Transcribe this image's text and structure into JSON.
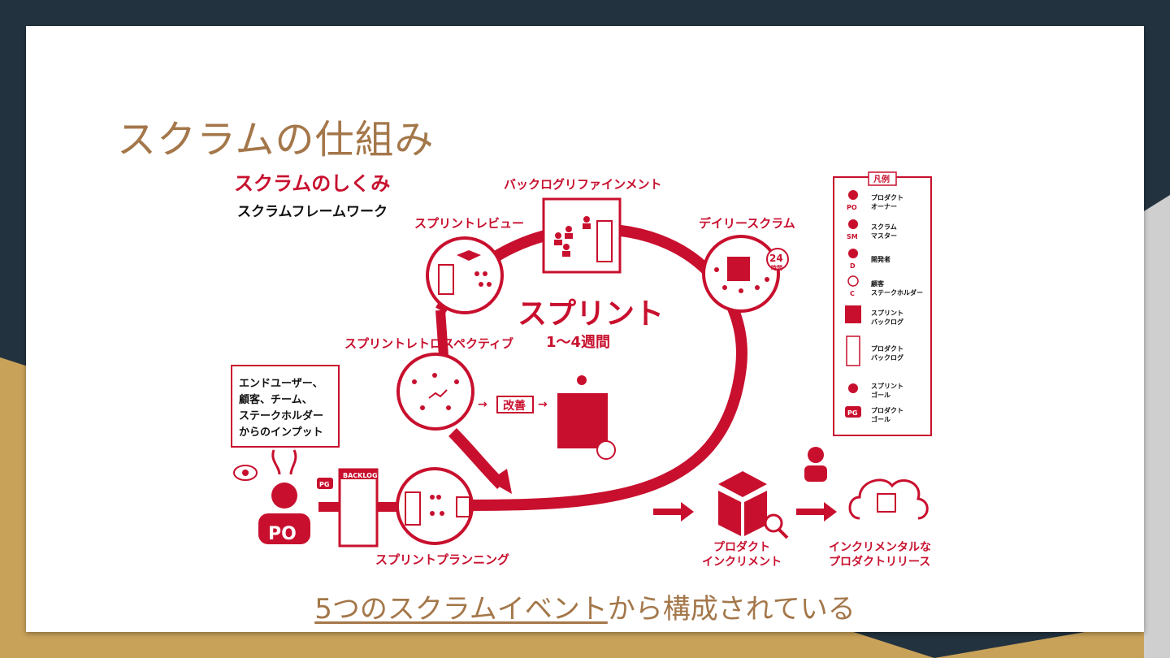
{
  "slide": {
    "title": "スクラムの仕組み",
    "footer_link": "5つのスクラムイベント",
    "footer_rest": "から構成されている"
  },
  "diagram": {
    "heading": "スクラムのしくみ",
    "subheading": "スクラムフレームワーク",
    "sprint": "スプリント",
    "sprint_duration": "1〜4週間",
    "events": {
      "refinement": "バックログリファインメント",
      "review": "スプリントレビュー",
      "daily": "デイリースクラム",
      "retro": "スプリントレトロスペクティブ",
      "planning": "スプリントプランニング"
    },
    "input_box": [
      "エンドユーザー、",
      "顧客、チーム、",
      "ステークホルダー",
      "からのインプット"
    ],
    "po_badge": "PO",
    "pg_badge": "PG",
    "backlog_label": "BACKLOG",
    "daily_hours": "24",
    "daily_hours_unit": "時間",
    "improve": "改善",
    "increment": [
      "プロダクト",
      "インクリメント"
    ],
    "release": [
      "インクリメンタルな",
      "プロダクトリリース"
    ]
  },
  "legend": {
    "title": "凡例",
    "items": [
      {
        "badge": "PO",
        "lines": [
          "プロダクト",
          "オーナー"
        ]
      },
      {
        "badge": "SM",
        "lines": [
          "スクラム",
          "マスター"
        ]
      },
      {
        "badge": "D",
        "lines": [
          "開発者"
        ]
      },
      {
        "badge": "C",
        "lines": [
          "顧客",
          "ステークホルダー"
        ]
      },
      {
        "badge": "",
        "lines": [
          "スプリント",
          "バックログ"
        ]
      },
      {
        "badge": "",
        "lines": [
          "プロダクト",
          "バックログ"
        ]
      },
      {
        "badge": "",
        "lines": [
          "スプリント",
          "ゴール"
        ]
      },
      {
        "badge": "PG",
        "lines": [
          "プロダクト",
          "ゴール"
        ]
      }
    ]
  },
  "colors": {
    "accent_red": "#c8102e",
    "title_gold": "#a4774a",
    "frame_navy": "#22333f",
    "frame_gold": "#c9a25a"
  }
}
